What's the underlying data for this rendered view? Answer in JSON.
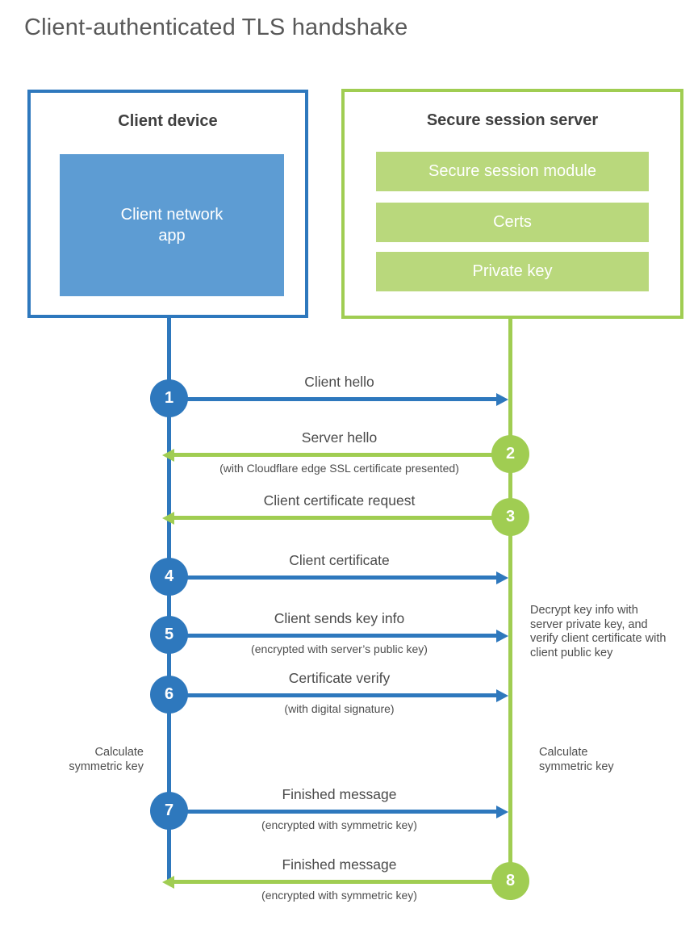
{
  "title": "Client-authenticated TLS handshake",
  "colors": {
    "client_accent": "#2e78bd",
    "client_fill": "#5d9cd3",
    "server_accent": "#a0cd52",
    "server_fill": "#b9d87c",
    "heading_text": "#404040",
    "body_text": "#4d4d4d"
  },
  "client_box": {
    "title": "Client device",
    "inner_label": "Client network app"
  },
  "server_box": {
    "title": "Secure session server",
    "modules": [
      "Secure session module",
      "Certs",
      "Private key"
    ]
  },
  "messages": [
    {
      "step": "1",
      "label": "Client hello",
      "subtitle": "",
      "from": "client"
    },
    {
      "step": "2",
      "label": "Server hello",
      "subtitle": "(with Cloudflare edge SSL certificate presented)",
      "from": "server"
    },
    {
      "step": "3",
      "label": "Client certificate request",
      "subtitle": "",
      "from": "server"
    },
    {
      "step": "4",
      "label": "Client certificate",
      "subtitle": "",
      "from": "client"
    },
    {
      "step": "5",
      "label": "Client sends key info",
      "subtitle": "(encrypted with server’s public key)",
      "from": "client"
    },
    {
      "step": "6",
      "label": "Certificate verify",
      "subtitle": "(with digital signature)",
      "from": "client"
    },
    {
      "step": "7",
      "label": "Finished message",
      "subtitle": "(encrypted with symmetric key)",
      "from": "client"
    },
    {
      "step": "8",
      "label": "Finished message",
      "subtitle": "(encrypted with symmetric key)",
      "from": "server"
    }
  ],
  "annotations": {
    "decrypt_note": "Decrypt key info with server private key, and verify client certificate with client public key",
    "calculate_left": "Calculate symmetric key",
    "calculate_right": "Calculate symmetric key"
  }
}
